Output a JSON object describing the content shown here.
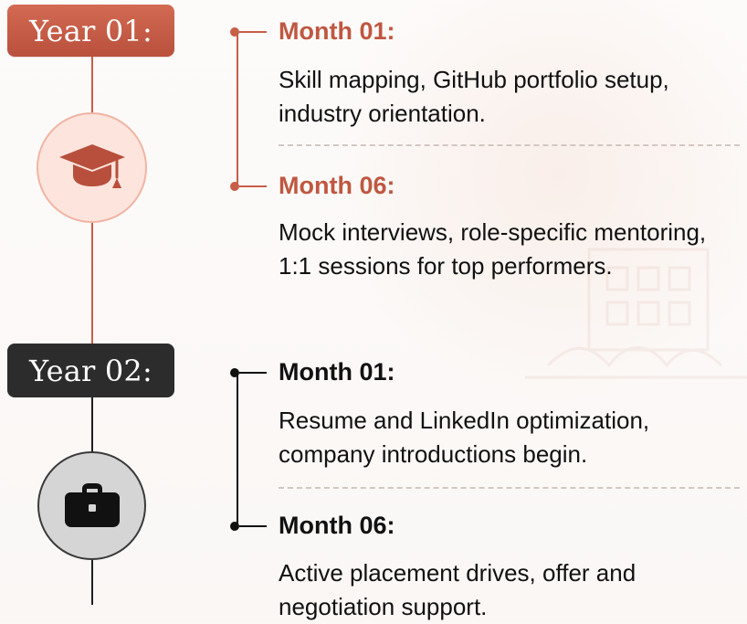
{
  "years": [
    {
      "label": "Year 01:",
      "icon": "graduation-cap-icon",
      "accent": "#c65e48",
      "months": [
        {
          "label": "Month 01:",
          "desc_lines": [
            "Skill mapping, GitHub portfolio setup,",
            "industry orientation."
          ]
        },
        {
          "label": "Month 06:",
          "desc_lines": [
            "Mock interviews, role-specific mentoring,",
            "1:1 sessions for top performers."
          ]
        }
      ]
    },
    {
      "label": "Year 02:",
      "icon": "briefcase-icon",
      "accent": "#111111",
      "months": [
        {
          "label": "Month 01:",
          "desc_lines": [
            "Resume and LinkedIn optimization,",
            "company introductions begin."
          ]
        },
        {
          "label": "Month 06:",
          "desc_lines": [
            "Active placement drives, offer and",
            "negotiation support."
          ]
        }
      ]
    }
  ]
}
